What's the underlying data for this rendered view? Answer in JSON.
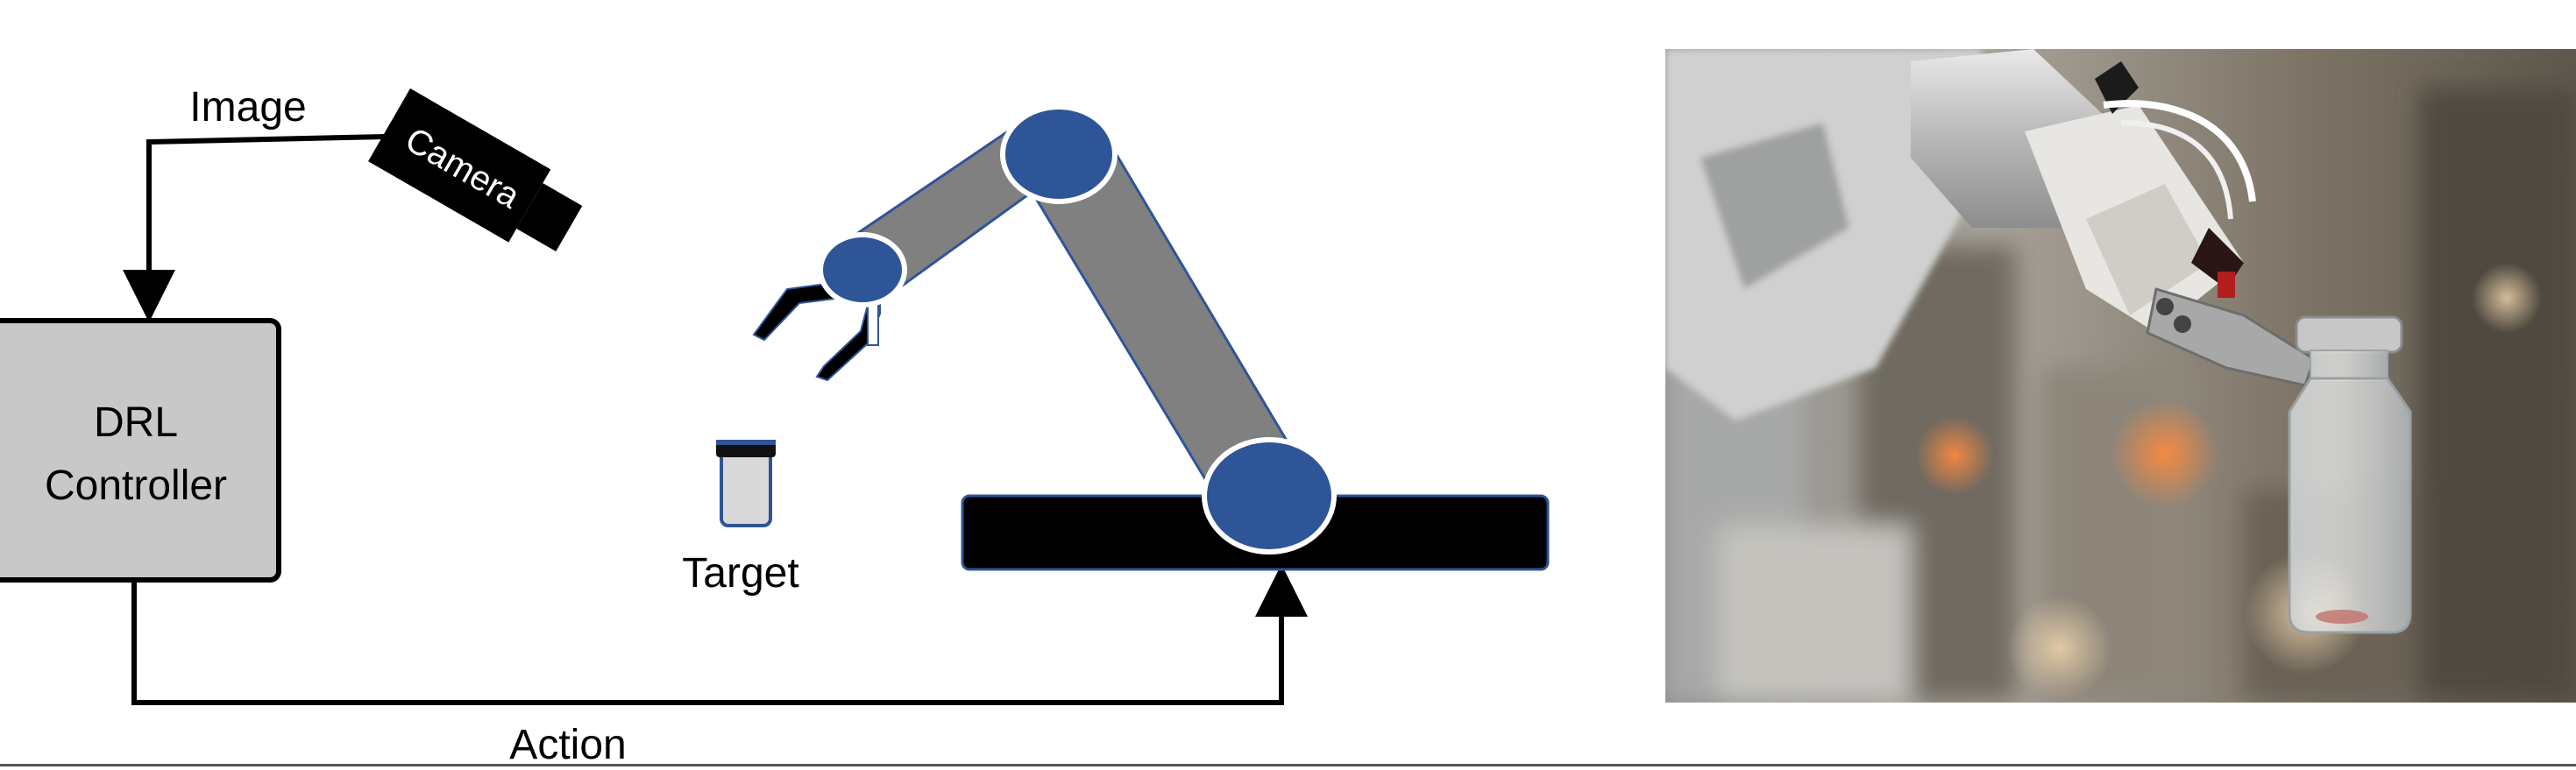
{
  "diagram": {
    "labels": {
      "image": "Image",
      "camera": "Camera",
      "controller_line1": "DRL",
      "controller_line2": "Controller",
      "target": "Target",
      "action": "Action"
    },
    "colors": {
      "controller_fill": "#c8c8c8",
      "arm_link": "#808080",
      "joint": "#2e5597",
      "base": "#000000",
      "vial_body": "#d9d9d9"
    },
    "icons": [
      "camera-icon",
      "robot-arm-icon",
      "target-vial-icon"
    ]
  },
  "photo": {
    "subject": "robot-gripper-holding-vial-photo"
  }
}
